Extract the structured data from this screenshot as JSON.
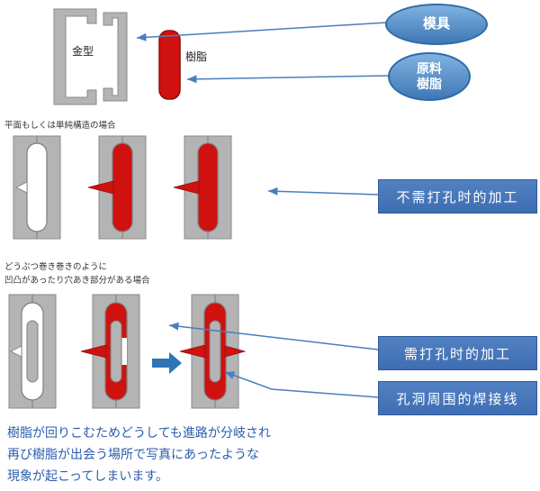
{
  "top": {
    "mold_label": "金型",
    "resin_label": "樹脂",
    "callout_mold": "模具",
    "callout_resin_line1": "原料",
    "callout_resin_line2": "樹脂"
  },
  "flat_case": {
    "caption": "平面もしくは単純構造の場合",
    "callout": "不需打孔时的加工"
  },
  "hole_case": {
    "caption_line1": "どうぶつ巻き巻きのように",
    "caption_line2": "凹凸があったり穴あき部分がある場合",
    "callout_process": "需打孔时的加工",
    "callout_weld": "孔洞周围的焊接线"
  },
  "footer": {
    "line1": "樹脂が回りこむためどうしても進路が分岐され",
    "line2": "再び樹脂が出会う場所で写真にあったような",
    "line3": "現象が起こってしまいます。"
  },
  "colors": {
    "mold_gray": "#b4b4b4",
    "resin_red": "#cf1110",
    "callout_blue": "#3f6db3",
    "callout_border": "#2d5a9a",
    "ellipse_blue_light": "#7fb2e0",
    "ellipse_blue_dark": "#3e78b5",
    "arrow_blue": "#4a7ebc",
    "process_arrow_blue": "#2e75b6",
    "footer_text": "#2b5cad"
  }
}
